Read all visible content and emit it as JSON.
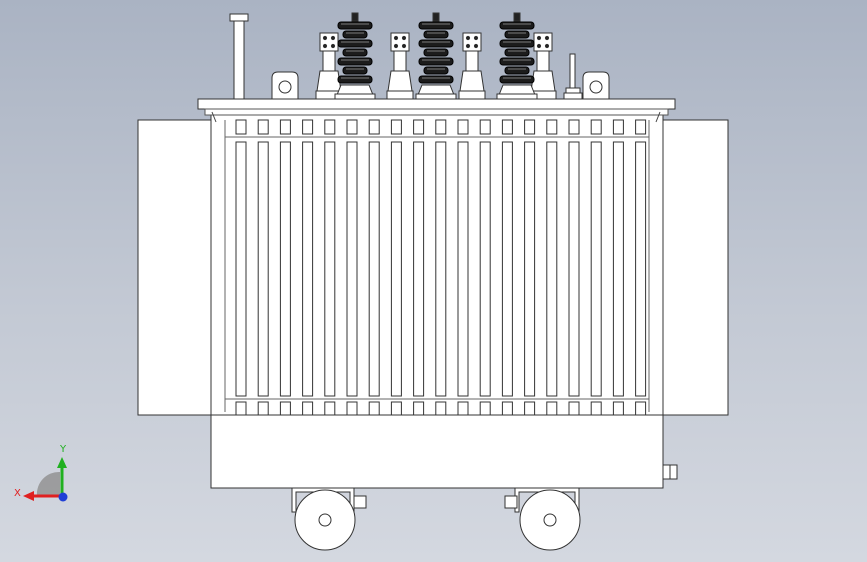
{
  "viewport": {
    "background_top": "#aab3c3",
    "background_bottom": "#d4d8e0",
    "model_fill": "#ffffff",
    "model_stroke": "#333333",
    "model_name": "oil-immersed-transformer"
  },
  "triad": {
    "x_label": "X",
    "y_label": "Y",
    "x_color": "#e02020",
    "y_color": "#20b020",
    "z_color": "#1f3fd6"
  }
}
